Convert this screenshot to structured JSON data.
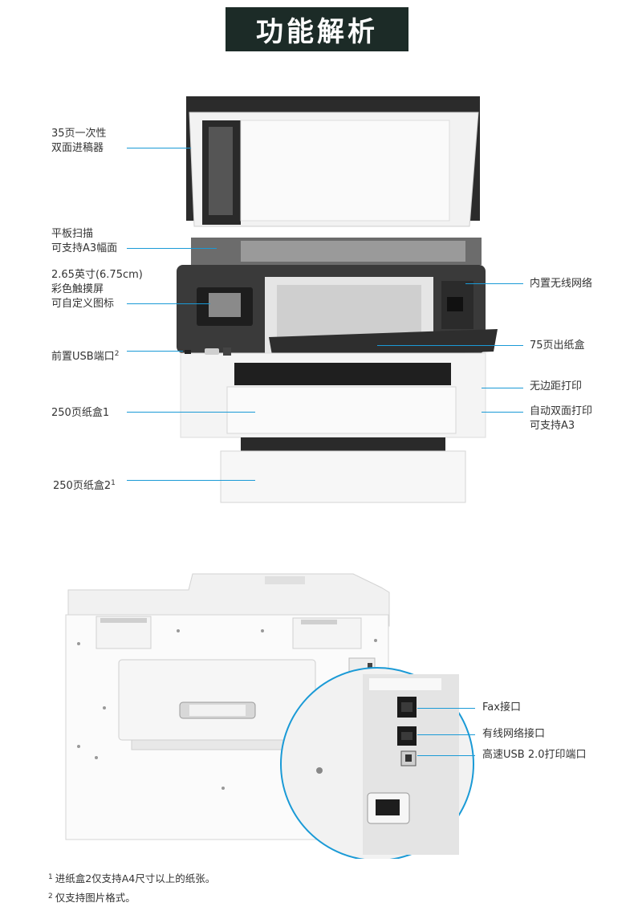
{
  "title": "功能解析",
  "front_labels": {
    "adf": [
      "35页一次性",
      "双面进稿器"
    ],
    "flatbed": [
      "平板扫描",
      "可支持A3幅面"
    ],
    "touchscreen": [
      "2.65英寸(6.75cm)",
      "彩色触摸屏",
      "可自定义图标"
    ],
    "front_usb": "前置USB端口",
    "front_usb_note": "2",
    "tray1": "250页纸盒1",
    "tray2": "250页纸盒2",
    "tray2_note": "1",
    "wireless": "内置无线网络",
    "output_tray": "75页出纸盒",
    "borderless": "无边距打印",
    "duplex": [
      "自动双面打印",
      "可支持A3"
    ]
  },
  "rear_labels": {
    "fax": "Fax接口",
    "ethernet": "有线网络接口",
    "usb": "高速USB 2.0打印端口"
  },
  "footnotes": [
    {
      "mark": "1",
      "text": "进纸盒2仅支持A4尺寸以上的纸张。"
    },
    {
      "mark": "2",
      "text": "仅支持图片格式。"
    }
  ],
  "colors": {
    "title_bg": "#1c2b27",
    "callout_line": "#1a9ad6",
    "text": "#333333"
  }
}
